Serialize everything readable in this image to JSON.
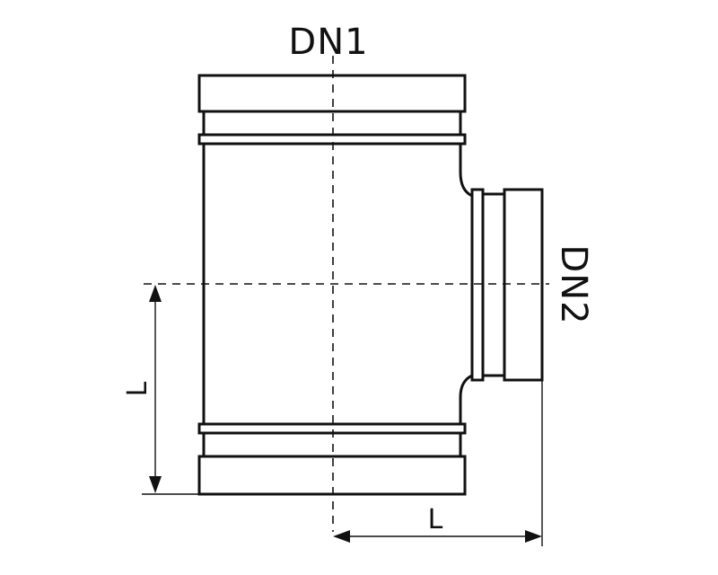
{
  "diagram": {
    "labels": {
      "main_diameter": "DN1",
      "branch_diameter": "DN2",
      "vertical_length": "L",
      "horizontal_length": "L"
    },
    "colors": {
      "line": "#111111",
      "background": "#ffffff"
    }
  }
}
